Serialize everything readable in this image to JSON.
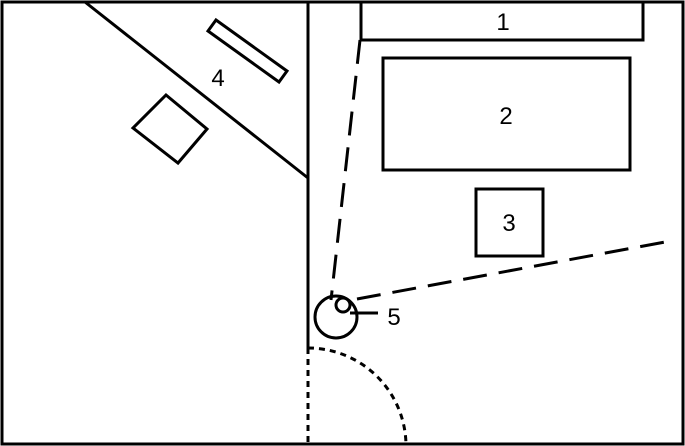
{
  "diagram": {
    "colors": {
      "line": "#000000",
      "background": "#ffffff"
    },
    "labels": {
      "object_1": "1",
      "object_2": "2",
      "object_3": "3",
      "object_4": "4",
      "object_5": "5"
    }
  }
}
